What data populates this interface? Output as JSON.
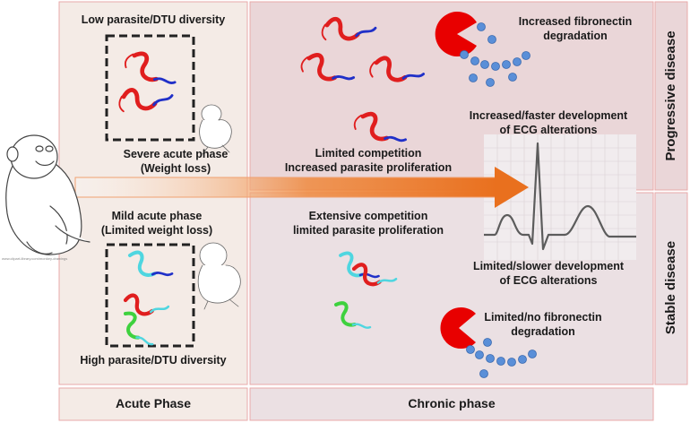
{
  "labels": {
    "low_diversity": "Low parasite/DTU diversity",
    "severe_acute_1": "Severe acute phase",
    "severe_acute_2": "(Weight loss)",
    "mild_acute_1": "Mild acute phase",
    "mild_acute_2": "(Limited weight loss)",
    "high_diversity": "High parasite/DTU diversity",
    "limited_comp_1": "Limited competition",
    "limited_comp_2": "Increased parasite proliferation",
    "extensive_comp_1": "Extensive competition",
    "extensive_comp_2": "limited parasite proliferation",
    "fibro_inc_1": "Increased fibronectin",
    "fibro_inc_2": "degradation",
    "fibro_lim_1": "Limited/no fibronectin",
    "fibro_lim_2": "degradation",
    "ecg_inc_1": "Increased/faster development",
    "ecg_inc_2": "of ECG alterations",
    "ecg_lim_1": "Limited/slower development",
    "ecg_lim_2": "of ECG alterations",
    "progressive": "Progressive disease",
    "stable": "Stable disease",
    "acute_phase": "Acute Phase",
    "chronic_phase": "Chronic phase",
    "credit": "www.clipart-library.com/monkey-drawings"
  },
  "colors": {
    "acute_bg": "#f4ebe6",
    "chronic_top_bg": "#ead6d8",
    "chronic_bottom_bg": "#ebe0e3",
    "border": "#e8a9a9",
    "arrow": "#e9701e",
    "parasite_red": "#e01e1e",
    "parasite_blue": "#2030c8",
    "parasite_cyan": "#4fd6e0",
    "parasite_green": "#3ed13e",
    "pacman": "#e80000",
    "bead": "#5a8fd8"
  },
  "icons": {
    "monkey": "monkey-drawing-icon",
    "parasite": "trypanosome-icon",
    "pacman": "pacman-protease-icon",
    "bead": "fibronectin-bead-icon",
    "ecg": "ecg-trace-icon"
  }
}
